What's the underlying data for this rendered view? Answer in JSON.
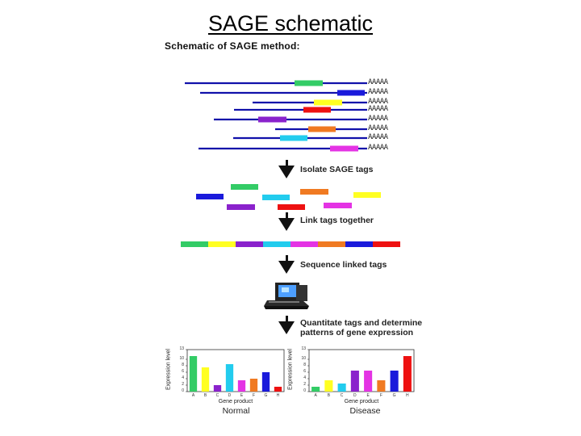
{
  "page_title": "SAGE schematic",
  "diagram_title": "Schematic of SAGE method:",
  "poly_a_tail": "AAAAA",
  "steps": [
    "Isolate SAGE tags",
    "Link tags together",
    "Sequence linked tags",
    "Quantitate tags and determine\npatterns of gene expression"
  ],
  "colors": {
    "mrna_line": "#1111aa",
    "green": "#33cc66",
    "blue": "#1a1adb",
    "yellow": "#ffff22",
    "red": "#ee1111",
    "purple": "#8a22cc",
    "orange": "#f07a22",
    "cyan": "#22ccee",
    "magenta": "#e433e4"
  },
  "computer_icon": "computer-icon",
  "chart_data": [
    {
      "type": "bar",
      "ylabel": "Expression level",
      "xlabel": "Gene product",
      "caption": "Normal",
      "categories": [
        "A",
        "B",
        "C",
        "D",
        "E",
        "F",
        "G",
        "H"
      ],
      "values": [
        11,
        7.5,
        2,
        8.5,
        3.5,
        4,
        6,
        1.5
      ],
      "colors": [
        "#33cc66",
        "#ffff22",
        "#8a22cc",
        "#22ccee",
        "#e433e4",
        "#f07a22",
        "#1a1adb",
        "#ee1111"
      ],
      "ylim": [
        0,
        13
      ],
      "yticks": [
        0,
        2,
        4,
        6,
        8,
        10,
        13
      ]
    },
    {
      "type": "bar",
      "ylabel": "Expression level",
      "xlabel": "Gene product",
      "caption": "Disease",
      "categories": [
        "A",
        "B",
        "C",
        "D",
        "E",
        "F",
        "G",
        "H"
      ],
      "values": [
        1.5,
        3.5,
        2.5,
        6.5,
        6.5,
        3.5,
        6.5,
        11
      ],
      "colors": [
        "#33cc66",
        "#ffff22",
        "#22ccee",
        "#8a22cc",
        "#e433e4",
        "#f07a22",
        "#1a1adb",
        "#ee1111"
      ],
      "ylim": [
        0,
        13
      ],
      "yticks": [
        0,
        2,
        4,
        6,
        8,
        10,
        13
      ]
    }
  ]
}
